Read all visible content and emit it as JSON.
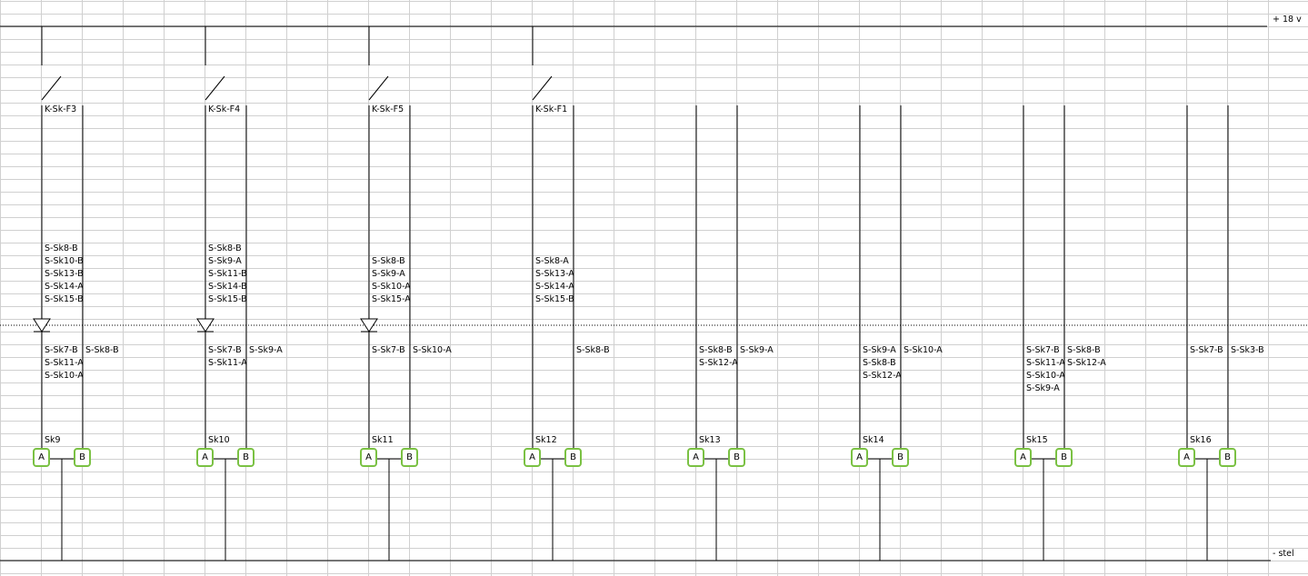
{
  "rails": {
    "top_label": "+ 18 v",
    "bottom_label": "- stel"
  },
  "circuits": [
    {
      "name": "Sk9",
      "switch_label": "K-Sk-F3",
      "has_switch": true,
      "has_diode": true,
      "upper_a": [
        "S-Sk8-B",
        "S-Sk10-B",
        "S-Sk13-B",
        "S-Sk14-A",
        "S-Sk15-B"
      ],
      "lower_a": [
        "S-Sk7-B",
        "S-Sk11-A",
        "S-Sk10-A"
      ],
      "lower_b": [
        "S-Sk8-B"
      ],
      "terminal_a": "A",
      "terminal_b": "B"
    },
    {
      "name": "Sk10",
      "switch_label": "K-Sk-F4",
      "has_switch": true,
      "has_diode": true,
      "upper_a": [
        "S-Sk8-B",
        "S-Sk9-A",
        "S-Sk11-B",
        "S-Sk14-B",
        "S-Sk15-B"
      ],
      "lower_a": [
        "S-Sk7-B",
        "S-Sk11-A"
      ],
      "lower_b": [
        "S-Sk9-A"
      ],
      "terminal_a": "A",
      "terminal_b": "B"
    },
    {
      "name": "Sk11",
      "switch_label": "K-Sk-F5",
      "has_switch": true,
      "has_diode": true,
      "upper_a": [
        "S-Sk8-B",
        "S-Sk9-A",
        "S-Sk10-A",
        "S-Sk15-A"
      ],
      "lower_a": [
        "S-Sk7-B"
      ],
      "lower_b": [
        "S-Sk10-A"
      ],
      "terminal_a": "A",
      "terminal_b": "B"
    },
    {
      "name": "Sk12",
      "switch_label": "K-Sk-F1",
      "has_switch": true,
      "has_diode": false,
      "upper_a": [
        "S-Sk8-A",
        "S-Sk13-A",
        "S-Sk14-A",
        "S-Sk15-B"
      ],
      "lower_a": [],
      "lower_b": [
        "S-Sk8-B"
      ],
      "terminal_a": "A",
      "terminal_b": "B"
    },
    {
      "name": "Sk13",
      "switch_label": "",
      "has_switch": false,
      "has_diode": false,
      "upper_a": [],
      "lower_a": [
        "S-Sk8-B",
        "S-Sk12-A"
      ],
      "lower_b": [
        "S-Sk9-A"
      ],
      "terminal_a": "A",
      "terminal_b": "B"
    },
    {
      "name": "Sk14",
      "switch_label": "",
      "has_switch": false,
      "has_diode": false,
      "upper_a": [],
      "lower_a": [
        "S-Sk9-A",
        "S-Sk8-B",
        "S-Sk12-A"
      ],
      "lower_b": [
        "S-Sk10-A"
      ],
      "terminal_a": "A",
      "terminal_b": "B"
    },
    {
      "name": "Sk15",
      "switch_label": "",
      "has_switch": false,
      "has_diode": false,
      "upper_a": [],
      "lower_a": [
        "S-Sk7-B",
        "S-Sk11-A",
        "S-Sk10-A",
        "S-Sk9-A"
      ],
      "lower_b": [
        "S-Sk8-B",
        "S-Sk12-A"
      ],
      "terminal_a": "A",
      "terminal_b": "B"
    },
    {
      "name": "Sk16",
      "switch_label": "",
      "has_switch": false,
      "has_diode": false,
      "upper_a": [],
      "lower_a": [
        "S-Sk7-B"
      ],
      "lower_b": [
        "S-Sk3-B"
      ],
      "terminal_a": "A",
      "terminal_b": "B"
    }
  ]
}
